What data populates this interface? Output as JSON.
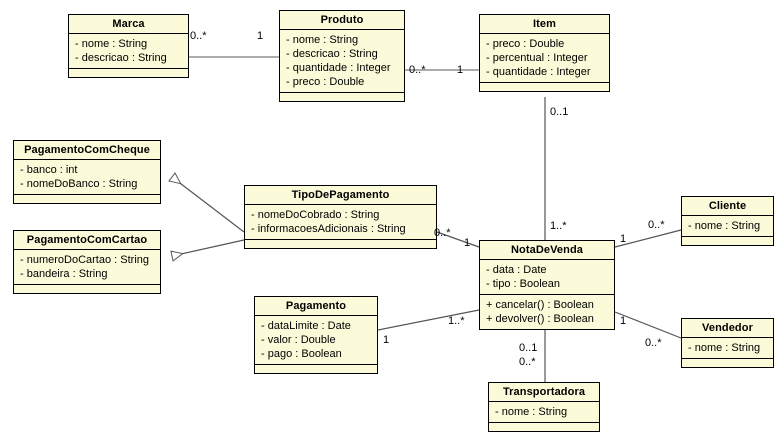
{
  "diagram": {
    "title": "UML Class Diagram",
    "background_color": "#ffffff",
    "class_fill_color": "#fbfbd9",
    "class_border_color": "#000000",
    "line_color": "#555555"
  },
  "classes": [
    {
      "id": "marca",
      "name": "Marca",
      "attributes": [
        "- nome : String",
        "- descricao : String"
      ],
      "operations": []
    },
    {
      "id": "produto",
      "name": "Produto",
      "attributes": [
        "- nome : String",
        "- descricao : String",
        "- quantidade : Integer",
        "- preco : Double"
      ],
      "operations": []
    },
    {
      "id": "item",
      "name": "Item",
      "attributes": [
        "- preco : Double",
        "- percentual : Integer",
        "- quantidade : Integer"
      ],
      "operations": []
    },
    {
      "id": "pagamentoComCheque",
      "name": "PagamentoComCheque",
      "attributes": [
        "- banco : int",
        "- nomeDoBanco : String"
      ],
      "operations": []
    },
    {
      "id": "pagamentoComCartao",
      "name": "PagamentoComCartao",
      "attributes": [
        "- numeroDoCartao : String",
        "- bandeira : String"
      ],
      "operations": []
    },
    {
      "id": "tipoDePagamento",
      "name": "TipoDePagamento",
      "attributes": [
        "- nomeDoCobrado : String",
        "- informacoesAdicionais : String"
      ],
      "operations": []
    },
    {
      "id": "pagamento",
      "name": "Pagamento",
      "attributes": [
        "- dataLimite : Date",
        "- valor : Double",
        "- pago : Boolean"
      ],
      "operations": []
    },
    {
      "id": "notaDeVenda",
      "name": "NotaDeVenda",
      "attributes": [
        "- data : Date",
        "- tipo : Boolean"
      ],
      "operations": [
        "+ cancelar() : Boolean",
        "+ devolver() : Boolean"
      ]
    },
    {
      "id": "cliente",
      "name": "Cliente",
      "attributes": [
        "- nome : String"
      ],
      "operations": []
    },
    {
      "id": "vendedor",
      "name": "Vendedor",
      "attributes": [
        "- nome : String"
      ],
      "operations": []
    },
    {
      "id": "transportadora",
      "name": "Transportadora",
      "attributes": [
        "- nome : String"
      ],
      "operations": []
    }
  ],
  "multiplicities": [
    {
      "id": "m-marca-produto-left",
      "label": "0..*"
    },
    {
      "id": "m-marca-produto-right",
      "label": "1"
    },
    {
      "id": "m-produto-item-left",
      "label": "0..*"
    },
    {
      "id": "m-produto-item-right",
      "label": "1"
    },
    {
      "id": "m-item-nota-top",
      "label": "0..1"
    },
    {
      "id": "m-item-nota-bottom",
      "label": "1..*"
    },
    {
      "id": "m-tipo-nota-left",
      "label": "0..*"
    },
    {
      "id": "m-tipo-nota-right",
      "label": "1"
    },
    {
      "id": "m-pagamento-nota-left",
      "label": "1"
    },
    {
      "id": "m-pagamento-nota-right",
      "label": "1..*"
    },
    {
      "id": "m-nota-cliente-left",
      "label": "1"
    },
    {
      "id": "m-nota-cliente-right",
      "label": "0..*"
    },
    {
      "id": "m-nota-vendedor-left",
      "label": "1"
    },
    {
      "id": "m-nota-vendedor-right",
      "label": "0..*"
    },
    {
      "id": "m-nota-transportadora-top",
      "label": "0..1"
    },
    {
      "id": "m-nota-transportadora-bottom",
      "label": "0..*"
    }
  ],
  "relationships": [
    {
      "from": "Marca",
      "to": "Produto",
      "type": "association"
    },
    {
      "from": "Produto",
      "to": "Item",
      "type": "association"
    },
    {
      "from": "Item",
      "to": "NotaDeVenda",
      "type": "association"
    },
    {
      "from": "TipoDePagamento",
      "to": "PagamentoComCheque",
      "type": "generalization"
    },
    {
      "from": "TipoDePagamento",
      "to": "PagamentoComCartao",
      "type": "generalization"
    },
    {
      "from": "TipoDePagamento",
      "to": "NotaDeVenda",
      "type": "association"
    },
    {
      "from": "Pagamento",
      "to": "NotaDeVenda",
      "type": "association"
    },
    {
      "from": "NotaDeVenda",
      "to": "Cliente",
      "type": "association"
    },
    {
      "from": "NotaDeVenda",
      "to": "Vendedor",
      "type": "association"
    },
    {
      "from": "NotaDeVenda",
      "to": "Transportadora",
      "type": "association"
    }
  ]
}
